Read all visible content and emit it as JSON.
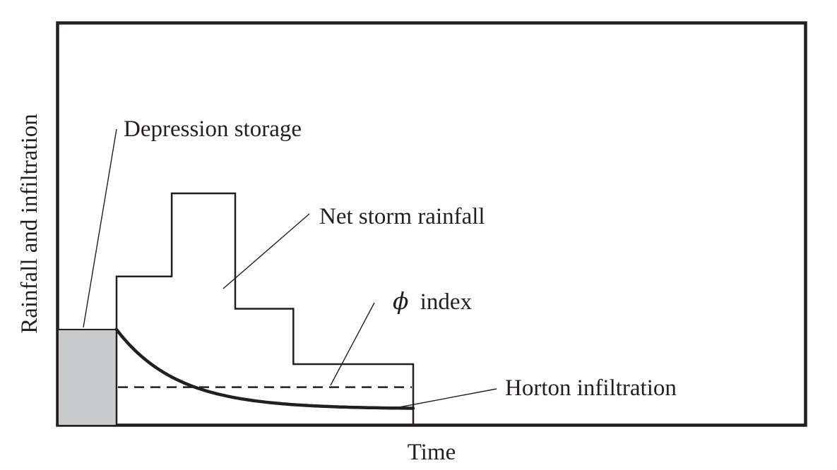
{
  "figure": {
    "ylabel": "Rainfall and infiltration",
    "xlabel": "Time",
    "annotations": {
      "depression": "Depression storage",
      "net_storm": "Net storm rainfall",
      "phi_symbol": "ϕ",
      "phi_text": "index",
      "horton": "Horton infiltration"
    },
    "colors": {
      "ink": "#231f20",
      "depression_fill": "#c9cacc",
      "background": "#ffffff"
    }
  },
  "chart_data": {
    "type": "composite",
    "description": "Schematic (qualitative) hyetograph showing net storm rainfall bars, depression storage block, phi-index dashed line and Horton infiltration decay curve. Axes carry no numeric ticks; values below are in arbitrary units read from the drawing.",
    "title": "",
    "xlabel": "Time",
    "ylabel": "Rainfall and infiltration",
    "grid": false,
    "xlim": [
      0,
      12.6
    ],
    "ylim": [
      0,
      8.7
    ],
    "depression_storage": {
      "t_range": [
        0,
        1
      ],
      "height": 2.05
    },
    "rainfall_bars": {
      "t_edges": [
        1,
        1.93,
        3.0,
        3.98,
        6.0
      ],
      "heights": [
        3.2,
        5.0,
        2.5,
        1.3
      ]
    },
    "phi_index": {
      "value": 0.8,
      "t_range": [
        1,
        6.0
      ],
      "style": "dashed"
    },
    "horton_infiltration": {
      "equation": "f = fc + (f0 - fc) * exp(-k*(t-1))",
      "f0": 2.05,
      "fc": 0.33,
      "k": 0.98,
      "t_range": [
        1,
        6.0
      ]
    }
  }
}
